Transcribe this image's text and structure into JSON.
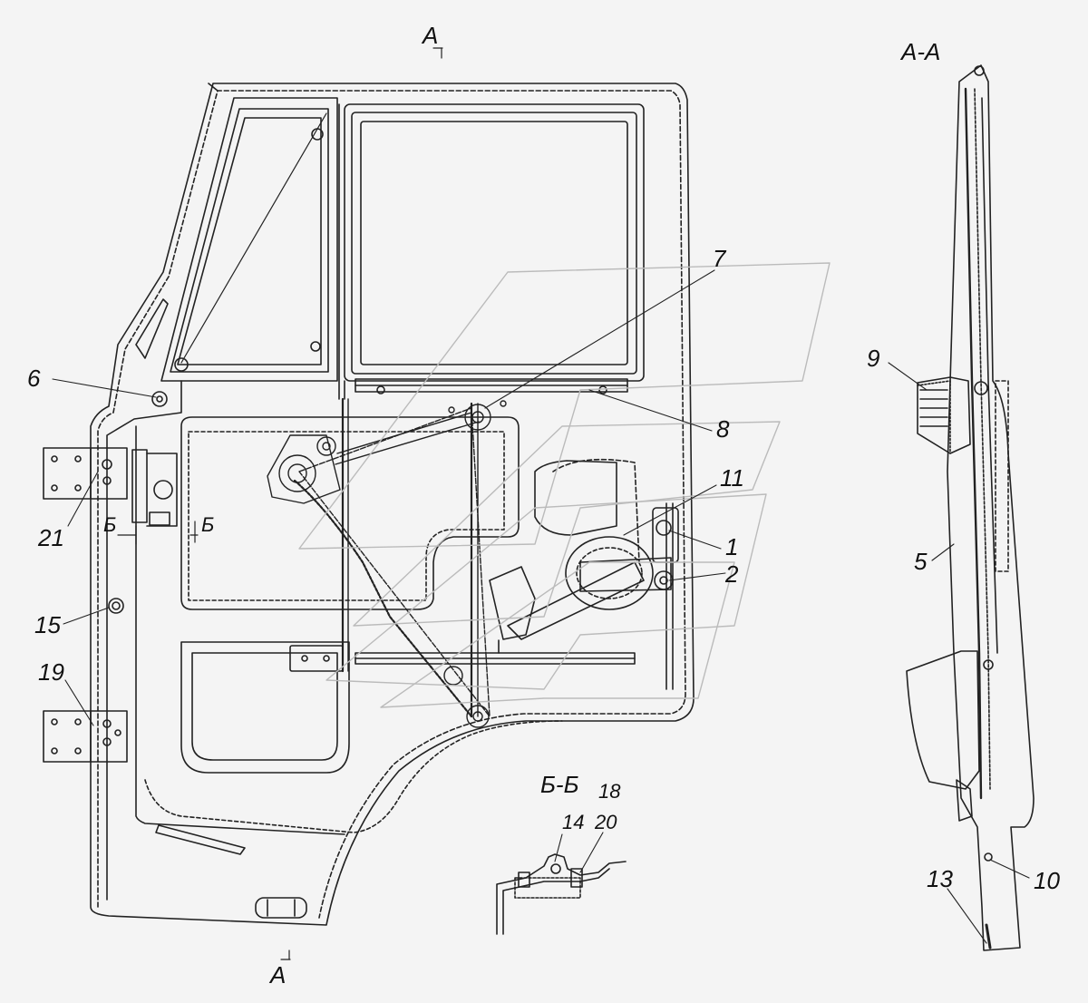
{
  "section_labels": {
    "aa_title": "А-А",
    "bb_title": "Б-Б",
    "a_top": "А",
    "a_bottom": "А",
    "b_left": "Б",
    "b_right": "Б"
  },
  "callouts": {
    "c1": "1",
    "c2": "2",
    "c5": "5",
    "c6": "6",
    "c7": "7",
    "c8": "8",
    "c9": "9",
    "c10": "10",
    "c11": "11",
    "c13": "13",
    "c14": "14",
    "c15": "15",
    "c18": "18",
    "c19": "19",
    "c20": "20",
    "c21": "21"
  }
}
